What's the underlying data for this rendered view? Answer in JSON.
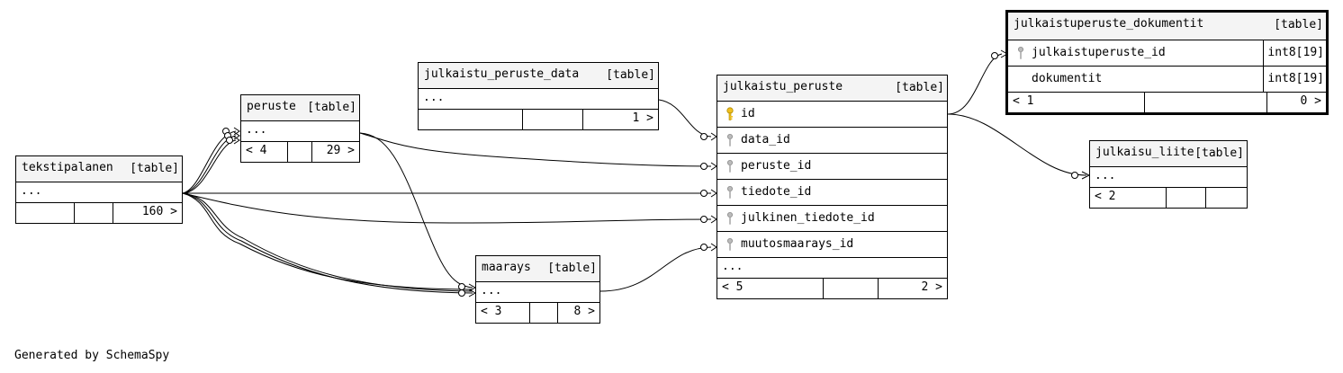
{
  "diagram_credit": "Generated by SchemaSpy",
  "tables": {
    "tekstipalanen": {
      "name": "tekstipalanen",
      "type": "[table]",
      "ellipsis": "...",
      "footer": [
        "",
        "",
        "160 >"
      ]
    },
    "peruste": {
      "name": "peruste",
      "type": "[table]",
      "ellipsis": "...",
      "footer": [
        "< 4",
        "",
        "29 >"
      ]
    },
    "julkaistu_peruste_data": {
      "name": "julkaistu_peruste_data",
      "type": "[table]",
      "ellipsis": "...",
      "footer": [
        "",
        "",
        "1 >"
      ]
    },
    "maarays": {
      "name": "maarays",
      "type": "[table]",
      "ellipsis": "...",
      "footer": [
        "< 3",
        "",
        "8 >"
      ]
    },
    "julkaistu_peruste": {
      "name": "julkaistu_peruste",
      "type": "[table]",
      "columns": [
        {
          "name": "id",
          "key": "primary"
        },
        {
          "name": "data_id",
          "key": "foreign"
        },
        {
          "name": "peruste_id",
          "key": "foreign"
        },
        {
          "name": "tiedote_id",
          "key": "foreign"
        },
        {
          "name": "julkinen_tiedote_id",
          "key": "foreign"
        },
        {
          "name": "muutosmaarays_id",
          "key": "foreign"
        }
      ],
      "ellipsis": "...",
      "footer": [
        "< 5",
        "",
        "2 >"
      ]
    },
    "julkaistuperuste_dokumentit": {
      "name": "julkaistuperuste_dokumentit",
      "type": "[table]",
      "columns": [
        {
          "name": "julkaistuperuste_id",
          "key": "foreign",
          "type": "int8[19]"
        },
        {
          "name": "dokumentit",
          "key": "none",
          "type": "int8[19]"
        }
      ],
      "footer": [
        "< 1",
        "",
        "0 >"
      ]
    },
    "julkaisu_liite": {
      "name": "julkaisu_liite",
      "type": "[table]",
      "ellipsis": "...",
      "footer": [
        "< 2",
        "",
        ""
      ]
    }
  },
  "relationships": [
    {
      "from": "tekstipalanen",
      "to": "peruste"
    },
    {
      "from": "tekstipalanen",
      "to": "maarays"
    },
    {
      "from": "tekstipalanen",
      "to": "julkaistu_peruste.tiedote_id"
    },
    {
      "from": "tekstipalanen",
      "to": "julkaistu_peruste.julkinen_tiedote_id"
    },
    {
      "from": "peruste",
      "to": "julkaistu_peruste.peruste_id"
    },
    {
      "from": "peruste",
      "to": "maarays"
    },
    {
      "from": "julkaistu_peruste_data",
      "to": "julkaistu_peruste.data_id"
    },
    {
      "from": "maarays",
      "to": "julkaistu_peruste.muutosmaarays_id"
    },
    {
      "from": "julkaistu_peruste",
      "to": "julkaistuperuste_dokumentit.julkaistuperuste_id"
    },
    {
      "from": "julkaistu_peruste",
      "to": "julkaisu_liite"
    }
  ]
}
